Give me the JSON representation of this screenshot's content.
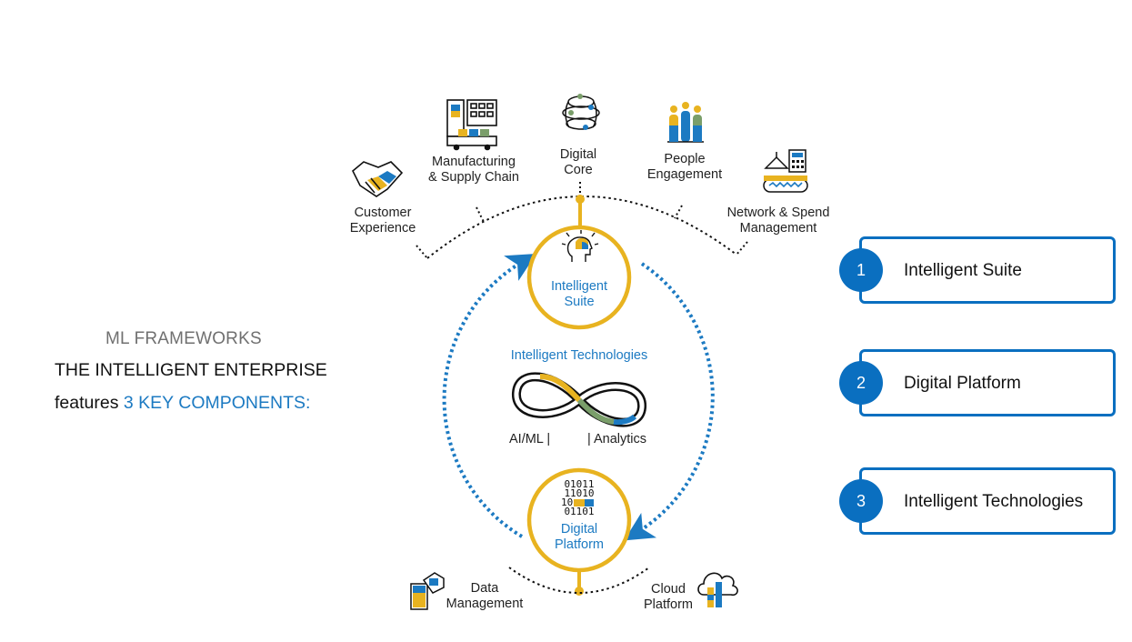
{
  "left": {
    "heading": "ML FRAMEWORKS",
    "line1": "THE INTELLIGENT ENTERPRISE",
    "line2_prefix": "features ",
    "line2_highlight": "3 KEY COMPONENTS:"
  },
  "top_labels": {
    "customer_experience": [
      "Customer",
      "Experience"
    ],
    "manufacturing": [
      "Manufacturing",
      "& Supply Chain"
    ],
    "digital_core": [
      "Digital",
      "Core"
    ],
    "people_engagement": [
      "People",
      "Engagement"
    ],
    "network_spend": [
      "Network & Spend",
      "Management"
    ]
  },
  "center": {
    "suite": [
      "Intelligent",
      "Suite"
    ],
    "technologies_title": "Intelligent Technologies",
    "tech_left": "AI/ML  |",
    "tech_right": "| Analytics",
    "platform": [
      "Digital",
      "Platform"
    ],
    "binary": [
      "01011",
      "11010",
      "10",
      "01101"
    ]
  },
  "bottom_labels": {
    "data_management": [
      "Data",
      "Management"
    ],
    "cloud_platform": [
      "Cloud",
      "Platform"
    ]
  },
  "components": [
    {
      "number": "1",
      "label": "Intelligent Suite"
    },
    {
      "number": "2",
      "label": "Digital Platform"
    },
    {
      "number": "3",
      "label": "Intelligent Technologies"
    }
  ],
  "colors": {
    "gold": "#e8b320",
    "blue": "#1c7ac2",
    "dark_blue": "#0a6fc0",
    "green": "#7a9e6a",
    "black": "#111111"
  },
  "icons": {
    "customer_experience": "handshake-icon",
    "manufacturing": "factory-icon",
    "digital_core": "globe-network-icon",
    "people_engagement": "people-group-icon",
    "network_spend": "network-spend-icon",
    "suite": "head-brain-icon",
    "technologies": "infinity-icon",
    "platform": "binary-code-icon",
    "data_management": "data-document-icon",
    "cloud_platform": "cloud-icon"
  }
}
